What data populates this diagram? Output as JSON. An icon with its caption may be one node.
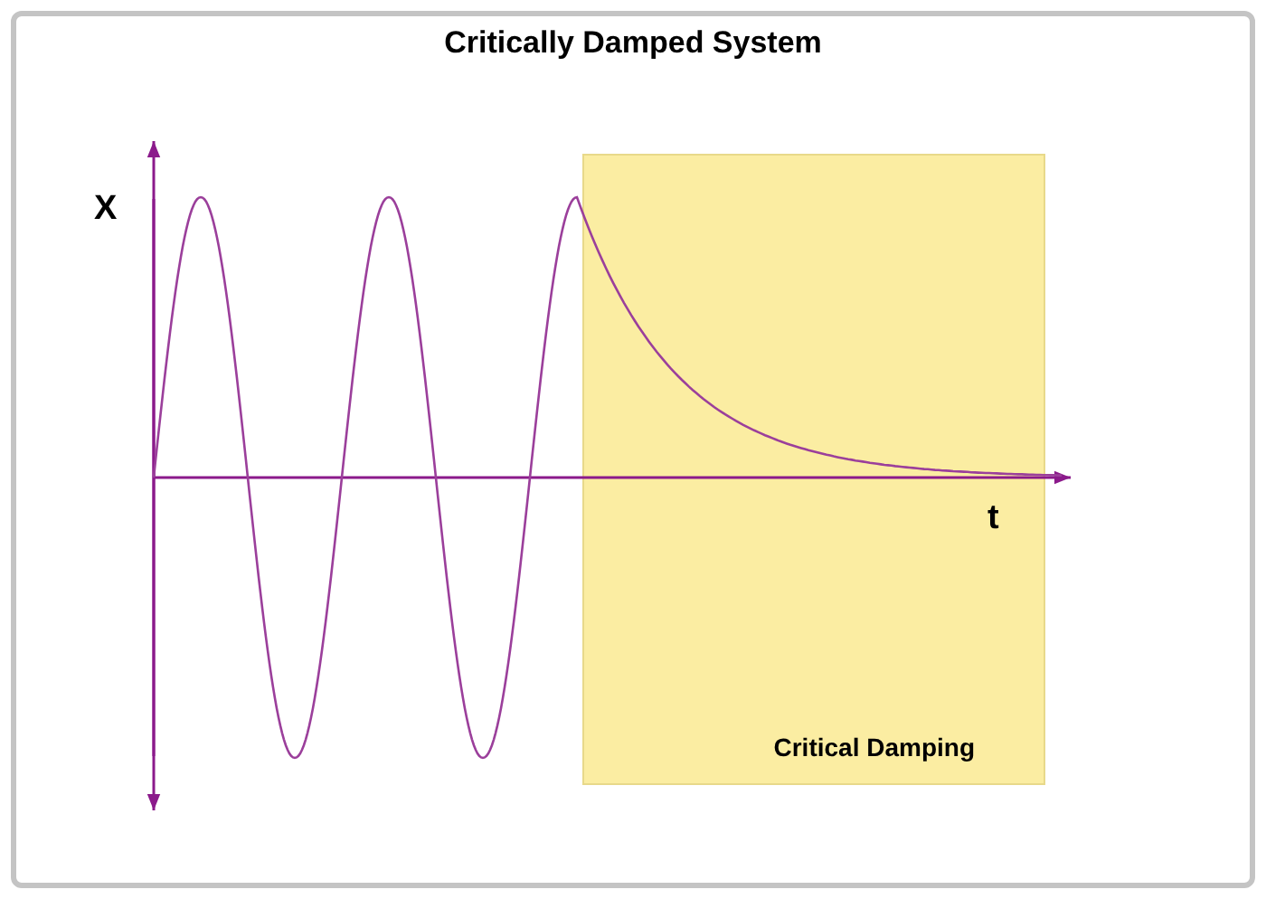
{
  "diagram": {
    "title": "Critically Damped System",
    "nodes": [
      {
        "text": [
          "Critical Damping"
        ]
      }
    ],
    "labels": [
      "X",
      "t"
    ]
  }
}
